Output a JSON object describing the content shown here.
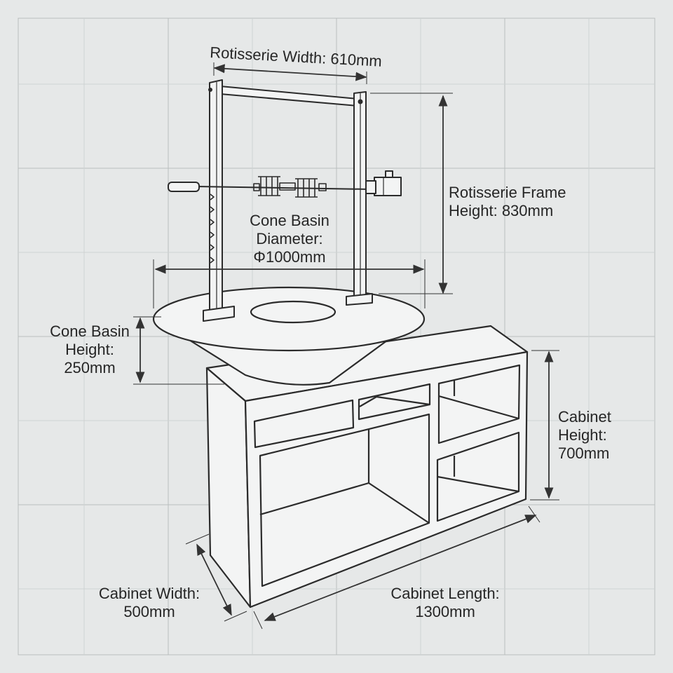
{
  "dimensions": {
    "rotisserie_width": {
      "label": "Rotisserie Width: 610mm"
    },
    "rotisserie_frame_height": {
      "lines": [
        "Rotisserie Frame",
        "Height: 830mm"
      ]
    },
    "cone_basin_diameter": {
      "lines": [
        "Cone Basin",
        "Diameter:",
        "Φ1000mm"
      ]
    },
    "cone_basin_height": {
      "lines": [
        "Cone Basin",
        "Height:",
        "250mm"
      ]
    },
    "cabinet_height": {
      "lines": [
        "Cabinet",
        "Height:",
        "700mm"
      ]
    },
    "cabinet_width": {
      "lines": [
        "Cabinet Width:",
        "500mm"
      ]
    },
    "cabinet_length": {
      "lines": [
        "Cabinet Length:",
        "1300mm"
      ]
    }
  },
  "colors": {
    "background": "#e6e8e8",
    "grid": "#b9bebe",
    "line": "#2b2b2b",
    "fill": "#f3f4f4"
  }
}
